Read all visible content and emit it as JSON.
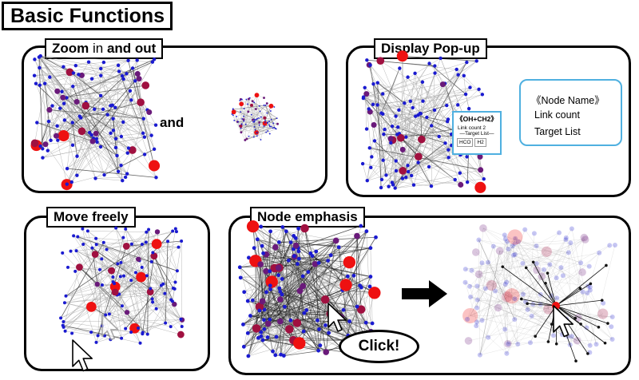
{
  "page": {
    "title": "Basic Functions"
  },
  "panels": {
    "zoom": {
      "label_prefix": "Zoom",
      "label_middle": " in ",
      "label_suffix": "and out",
      "connector": "and"
    },
    "popup": {
      "label": "Display Pop-up",
      "mini_popup": {
        "name": "《OH+CH2》",
        "link_count": "Link count 2",
        "target_header": "—Target List—",
        "targets": [
          "HCO",
          "H2"
        ]
      },
      "legend": {
        "node_name": "《Node Name》",
        "link_count": "Link count",
        "target_list": "Target List"
      }
    },
    "move": {
      "label": "Move freely"
    },
    "emphasis": {
      "label": "Node emphasis",
      "click_text": "Click!"
    }
  },
  "colors": {
    "node_blue": "#1a1ad0",
    "node_purple": "#6a1a7a",
    "node_crimson": "#a01040",
    "node_red": "#ee1111",
    "popup_border": "#4fb0e0",
    "edge_gray": "#9a9a9a"
  },
  "icons": {
    "pointer": "cursor-arrow-icon",
    "transition": "right-arrow-icon"
  }
}
